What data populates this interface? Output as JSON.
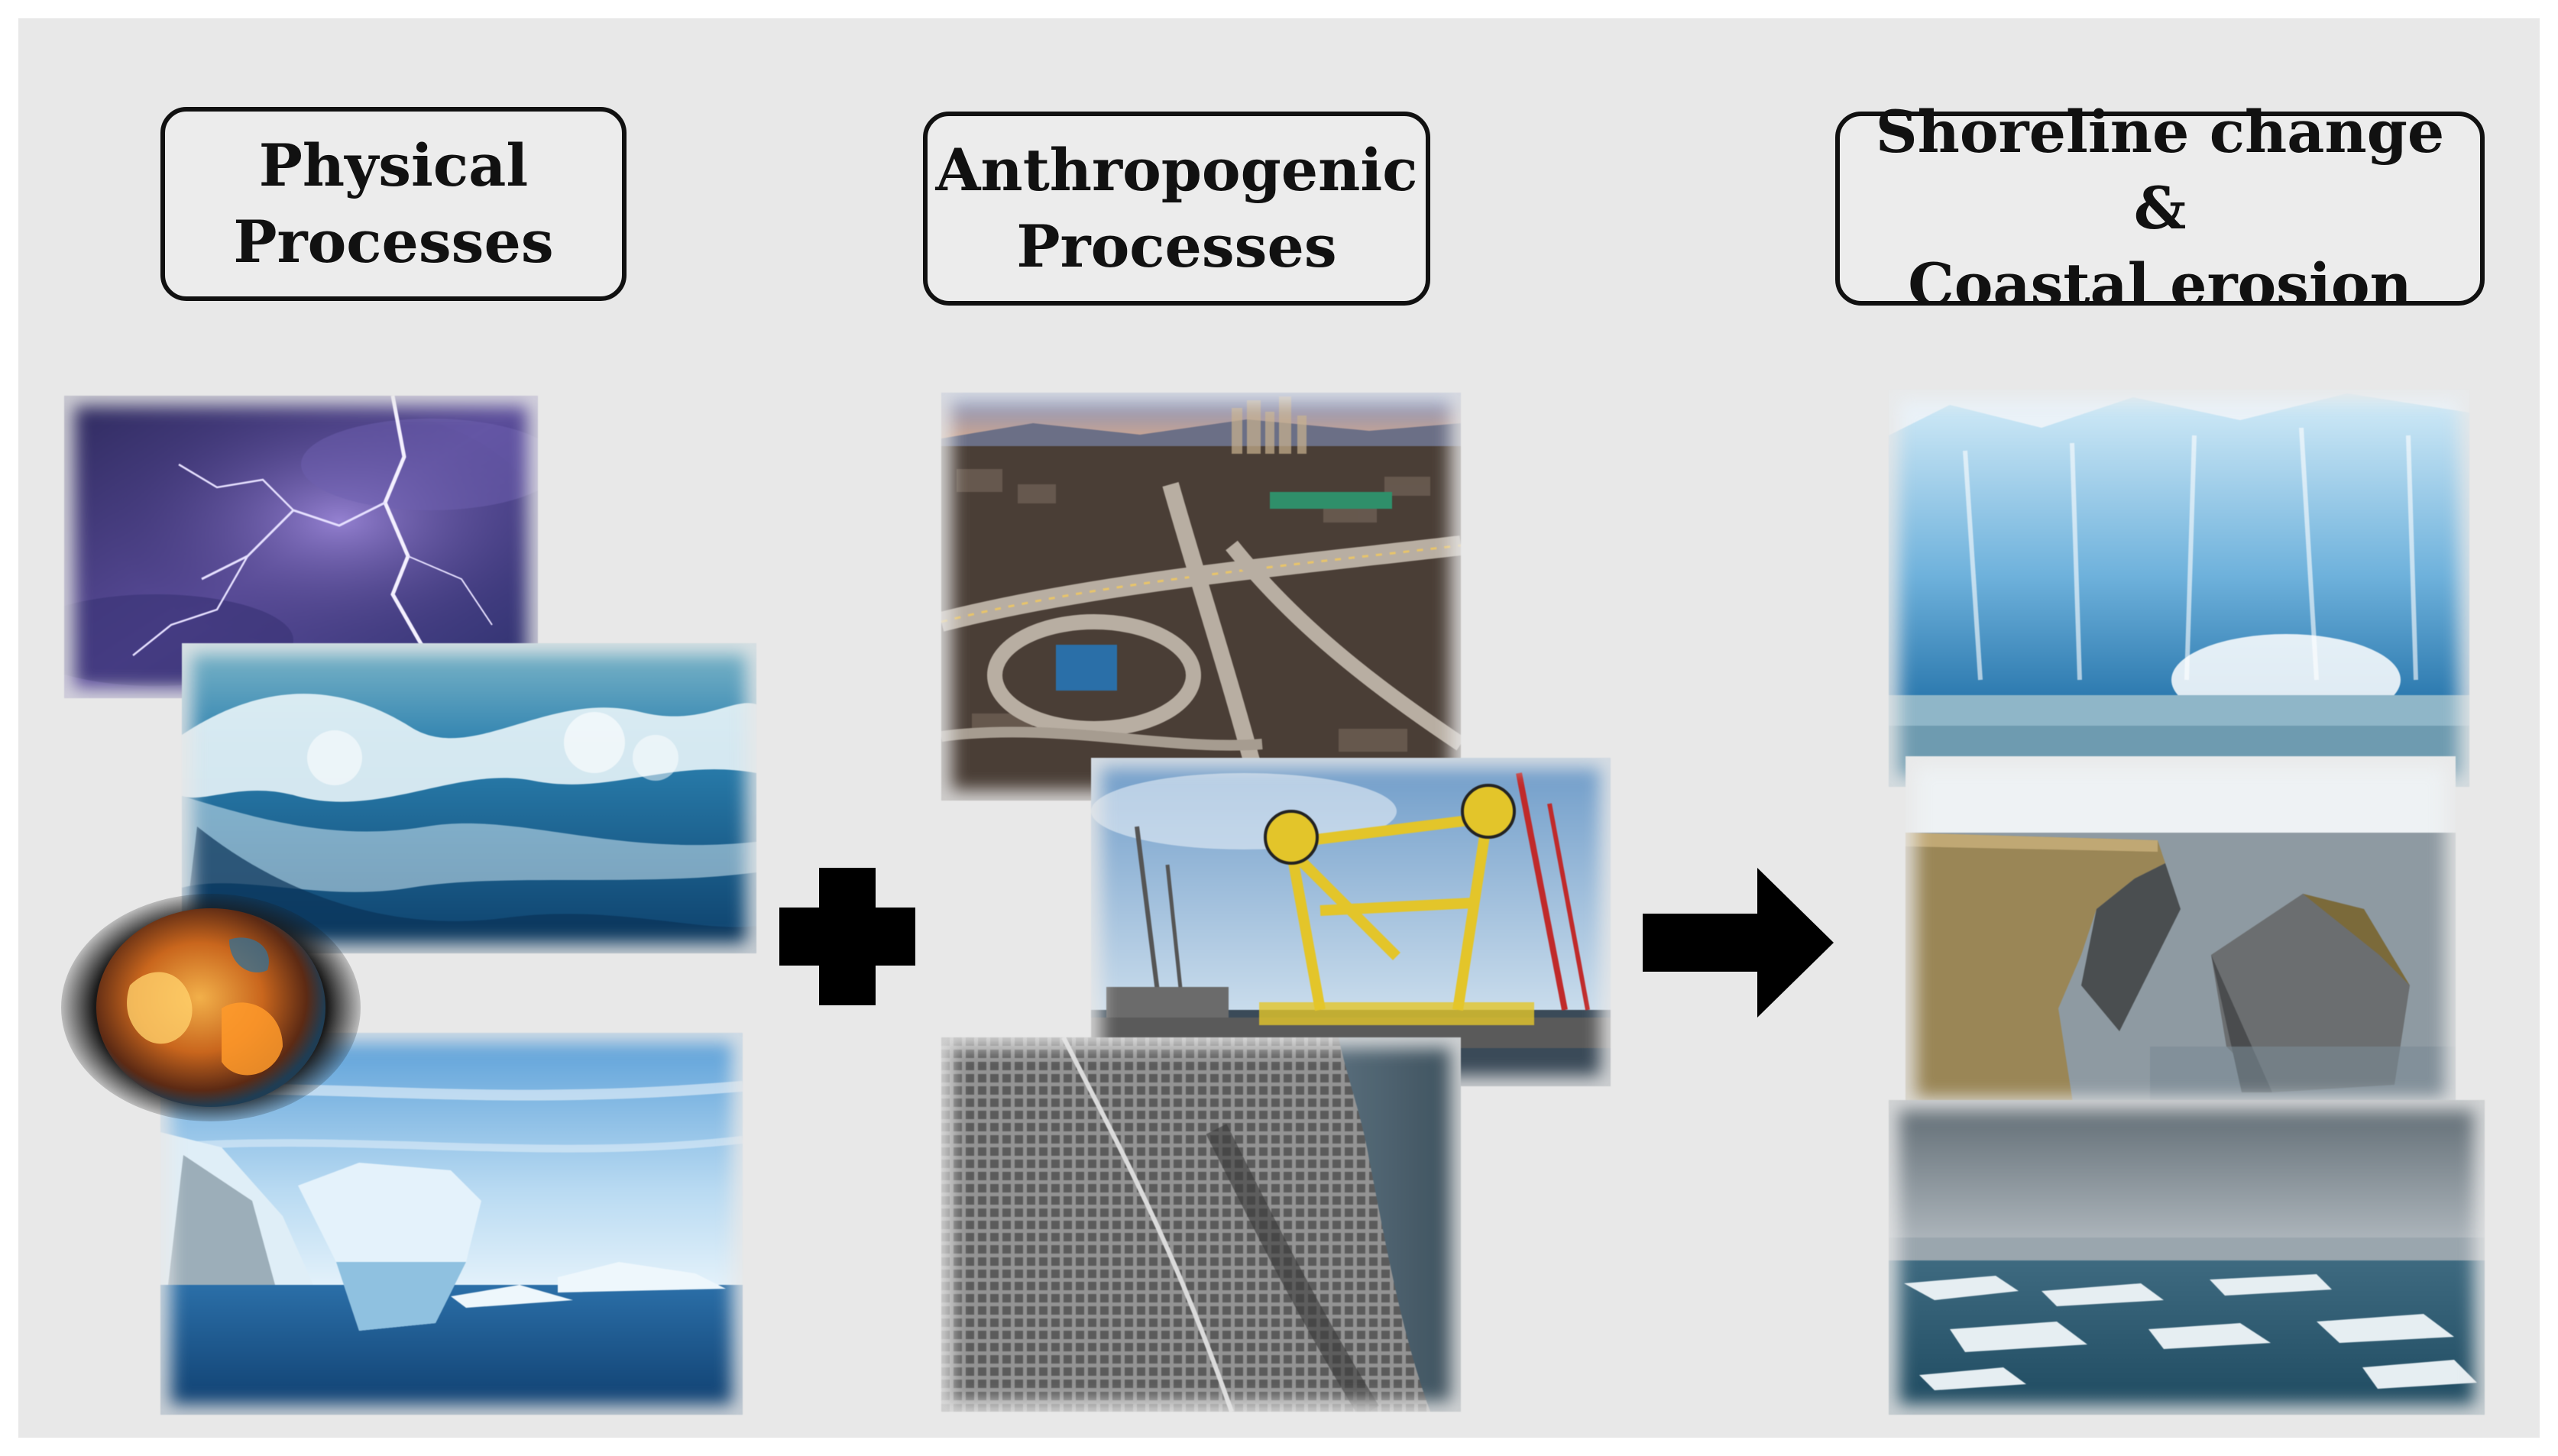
{
  "columns": [
    {
      "id": "physical",
      "title_lines": [
        "Physical",
        "Processes"
      ]
    },
    {
      "id": "anthropogenic",
      "title_lines": [
        "Anthropogenic",
        "Processes"
      ]
    },
    {
      "id": "shoreline",
      "title_lines": [
        "Shoreline change &",
        "Coastal erosion"
      ]
    }
  ],
  "operators": {
    "plus": "plus-icon",
    "arrow": "arrow-right-icon"
  },
  "colors": {
    "background": "#e8e8e8",
    "border": "#111111",
    "storm": "#4b3f86",
    "wave": "#1e6f9e",
    "ice": "#bfe2f2",
    "fire": "#e67a1c",
    "crane": "#e3c52a"
  }
}
